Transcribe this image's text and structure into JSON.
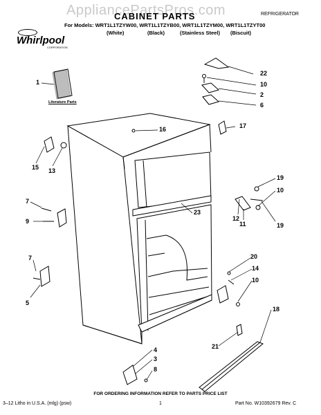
{
  "watermark": "AppliancePartsPros.com",
  "title": "CABINET PARTS",
  "appliance_type": "REFRIGERATOR",
  "brand": "Whirlpool",
  "brand_sub": "CORPORATION",
  "models_line": "For Models: WRT1L1TZYW00, WRT1L1TZYB00, WRT1L1TZYM00, WRT1L1TZYT00",
  "variants": [
    "(White)",
    "(Black)",
    "(Stainless Steel)",
    "(Biscuit)"
  ],
  "literature_label": "Literature Parts",
  "callouts": {
    "c1": "1",
    "c2": "2",
    "c3": "3",
    "c4": "4",
    "c5": "5",
    "c6": "6",
    "c7a": "7",
    "c7b": "7",
    "c8": "8",
    "c9": "9",
    "c10a": "10",
    "c10b": "10",
    "c10c": "10",
    "c11": "11",
    "c12": "12",
    "c13": "13",
    "c14": "14",
    "c15": "15",
    "c16": "16",
    "c17": "17",
    "c18": "18",
    "c19a": "19",
    "c19b": "19",
    "c20": "20",
    "c21": "21",
    "c22": "22",
    "c23": "23"
  },
  "footer": {
    "ordering": "FOR ORDERING INFORMATION REFER TO PARTS PRICE LIST",
    "litho": "3–12 Litho in U.S.A. (mlg) (psw)",
    "page": "1",
    "part_no": "Part No. W10392679 Rev. C"
  }
}
